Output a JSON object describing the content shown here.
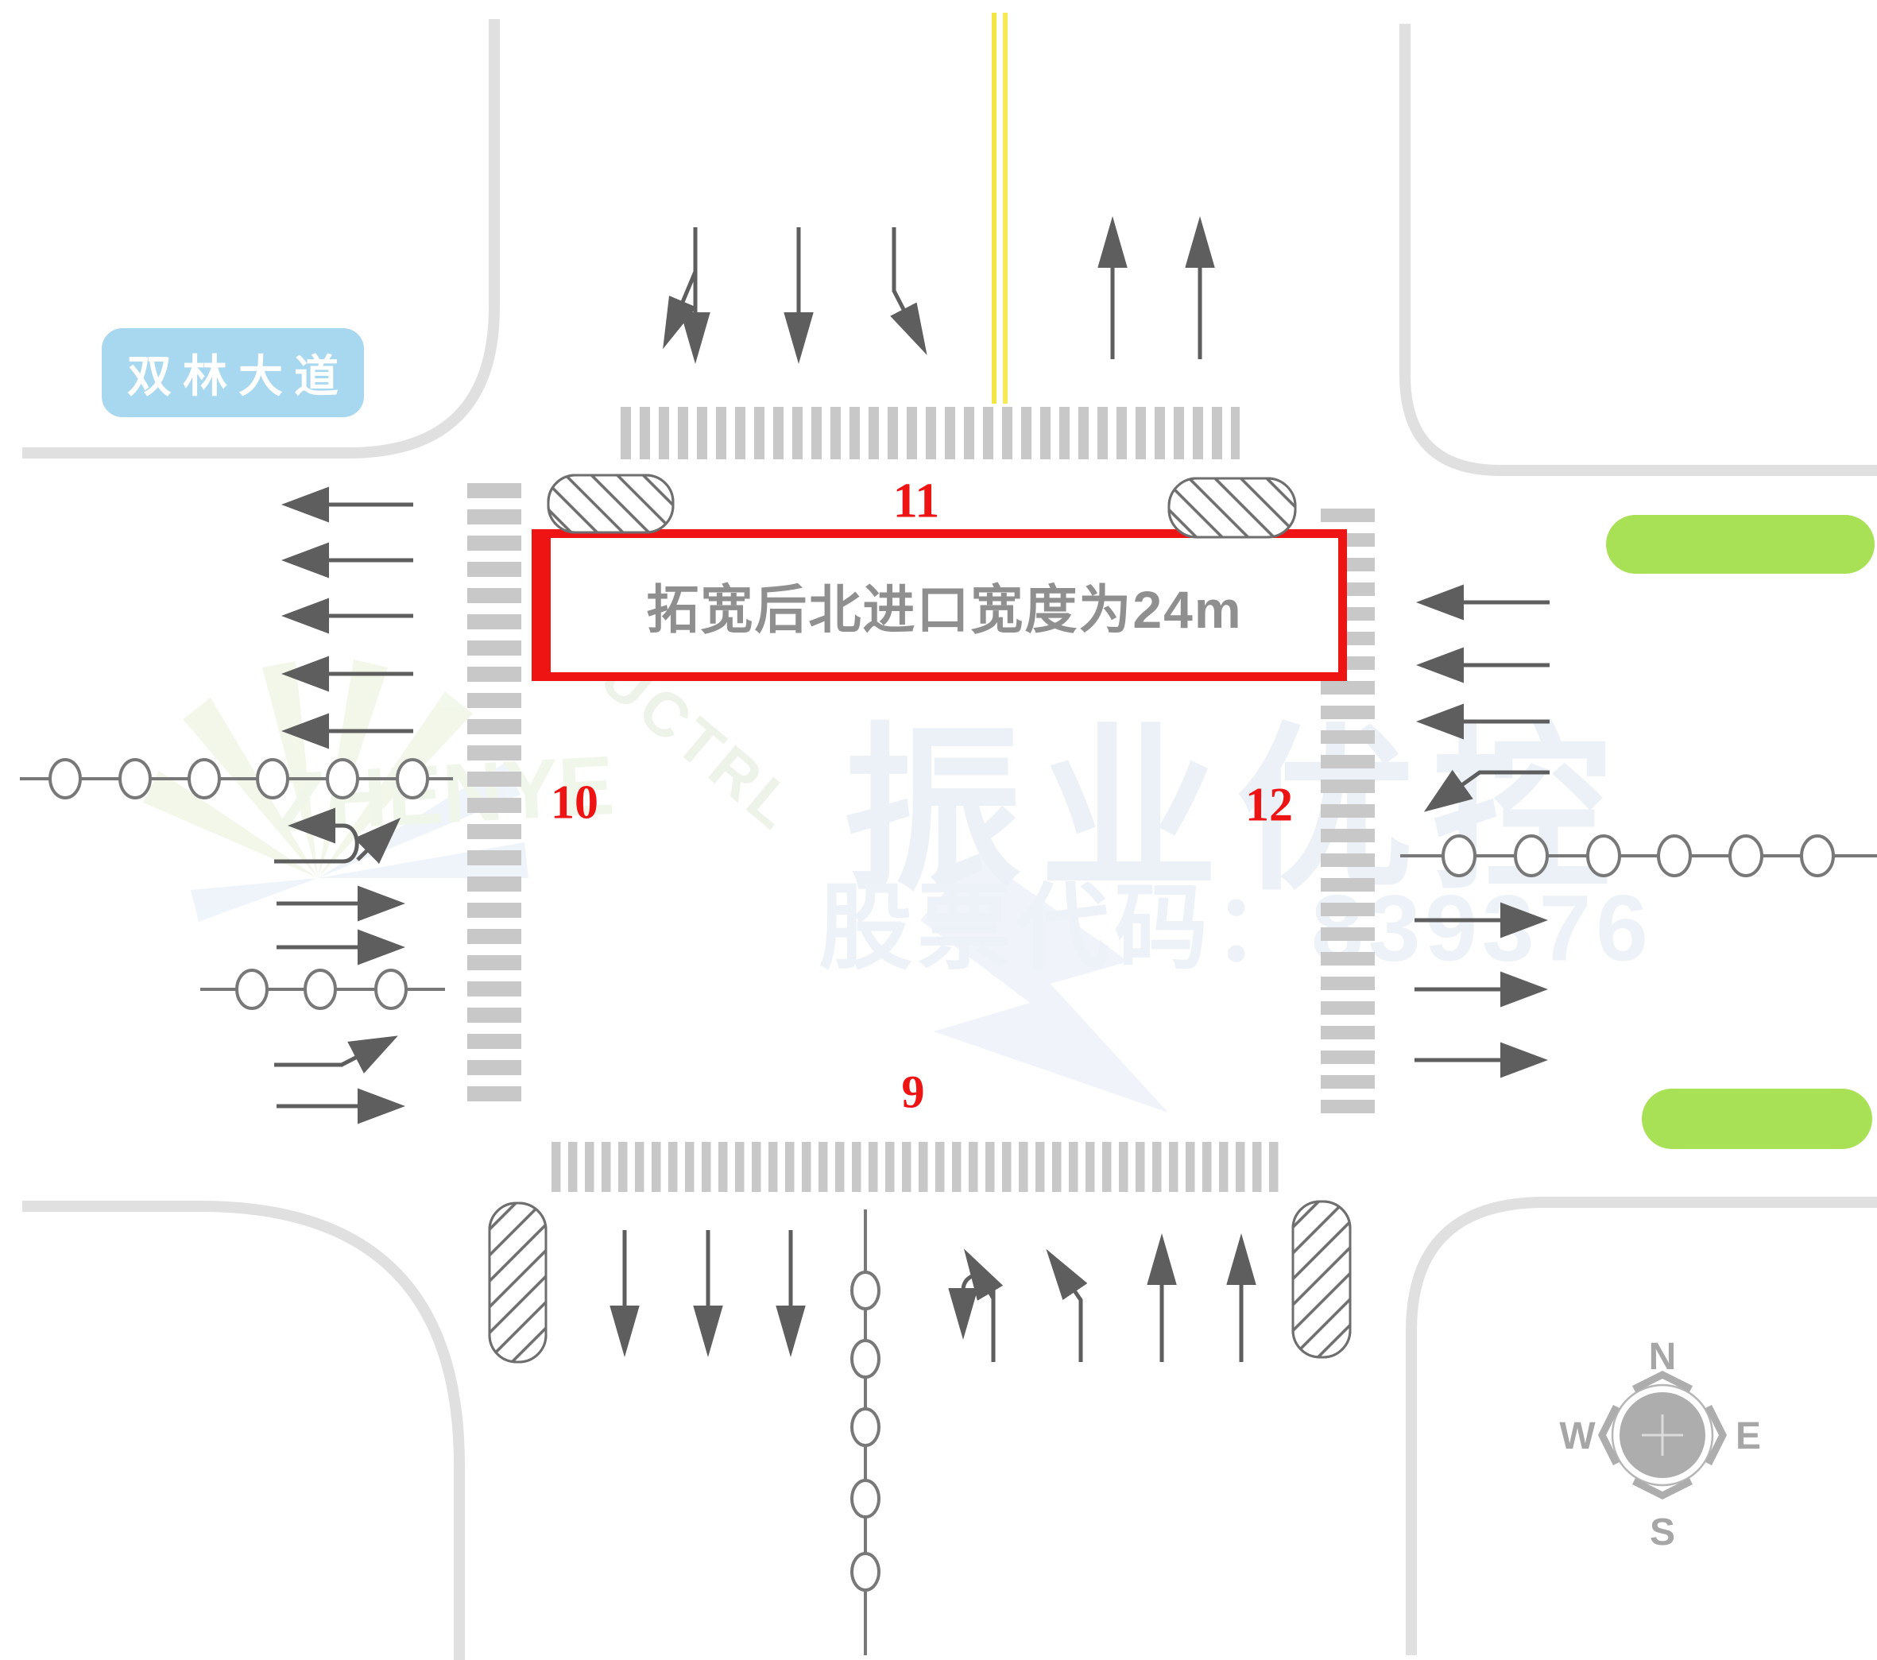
{
  "road_label": {
    "text": "双林大道"
  },
  "annotation": {
    "text": "拓宽后北进口宽度为24m"
  },
  "numbers": {
    "north": "11",
    "west": "10",
    "east": "12",
    "south": "9"
  },
  "compass": {
    "n": "N",
    "e": "E",
    "s": "S",
    "w": "W"
  },
  "watermark": {
    "brand": "振业优控",
    "stock": "股票代码：839376",
    "latin1": "ZHENYE",
    "latin2": "UCTRL"
  },
  "colors": {
    "red_accent": "#EE1414",
    "label_blue_bg": "#A8D7F0",
    "label_text": "#FFFFFF",
    "green_marker": "#A9E156",
    "lane_yellow": "#F2E644",
    "marking_gray": "#5E5E5E",
    "crosswalk_gray": "#C8C8C8",
    "road_edge_gray": "#E0E0E0",
    "annotation_text_gray": "#8F8F8F",
    "compass_gray": "#ADADAD"
  }
}
